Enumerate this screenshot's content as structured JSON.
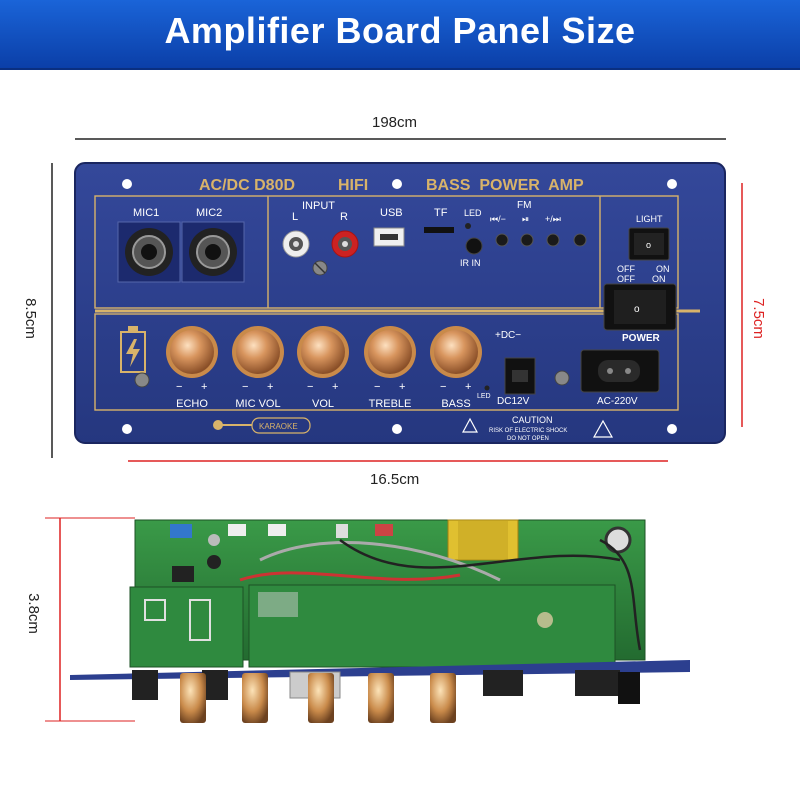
{
  "banner": {
    "title": "Amplifier Board Panel Size"
  },
  "dimensions": {
    "top_width": "198cm",
    "bottom_width": "16.5cm",
    "left_height": "8.5cm",
    "right_height": "7.5cm",
    "side_height": "3.8cm"
  },
  "panel": {
    "model": "AC/DC D80D",
    "hifi": "HIFI",
    "bass_power": "BASS  POWER  AMP",
    "mic1": "MIC1",
    "mic2": "MIC2",
    "input": "INPUT",
    "input_l": "L",
    "input_r": "R",
    "usb": "USB",
    "tf": "TF",
    "led_top": "LED",
    "ir_in": "IR IN",
    "fm": "FM",
    "prev": "⏮/−",
    "play": "⏯",
    "next": "+/⏭",
    "light": "LIGHT",
    "off1": "OFF",
    "on1": "ON",
    "off2": "OFF",
    "on2": "ON",
    "power": "POWER",
    "knobs": [
      "ECHO",
      "MIC VOL",
      "VOL",
      "TREBLE",
      "BASS"
    ],
    "minus": "−",
    "plus": "+",
    "dc_polarity": "+DC−",
    "dc12": "DC12V",
    "led_bottom": "LED",
    "ac220": "AC-220V",
    "karaoke": "KARAOKE",
    "caution": "CAUTION",
    "caution_line1": "RISK OF ELECTRIC SHOCK",
    "caution_line2": "DO NOT OPEN"
  },
  "colors": {
    "banner": "#1256cc",
    "panel": "#2c3f8f",
    "gold": "#d8b36a",
    "dim_line_black": "#222222",
    "dim_line_red": "#d22222",
    "pcb": "#2f8a3f"
  }
}
